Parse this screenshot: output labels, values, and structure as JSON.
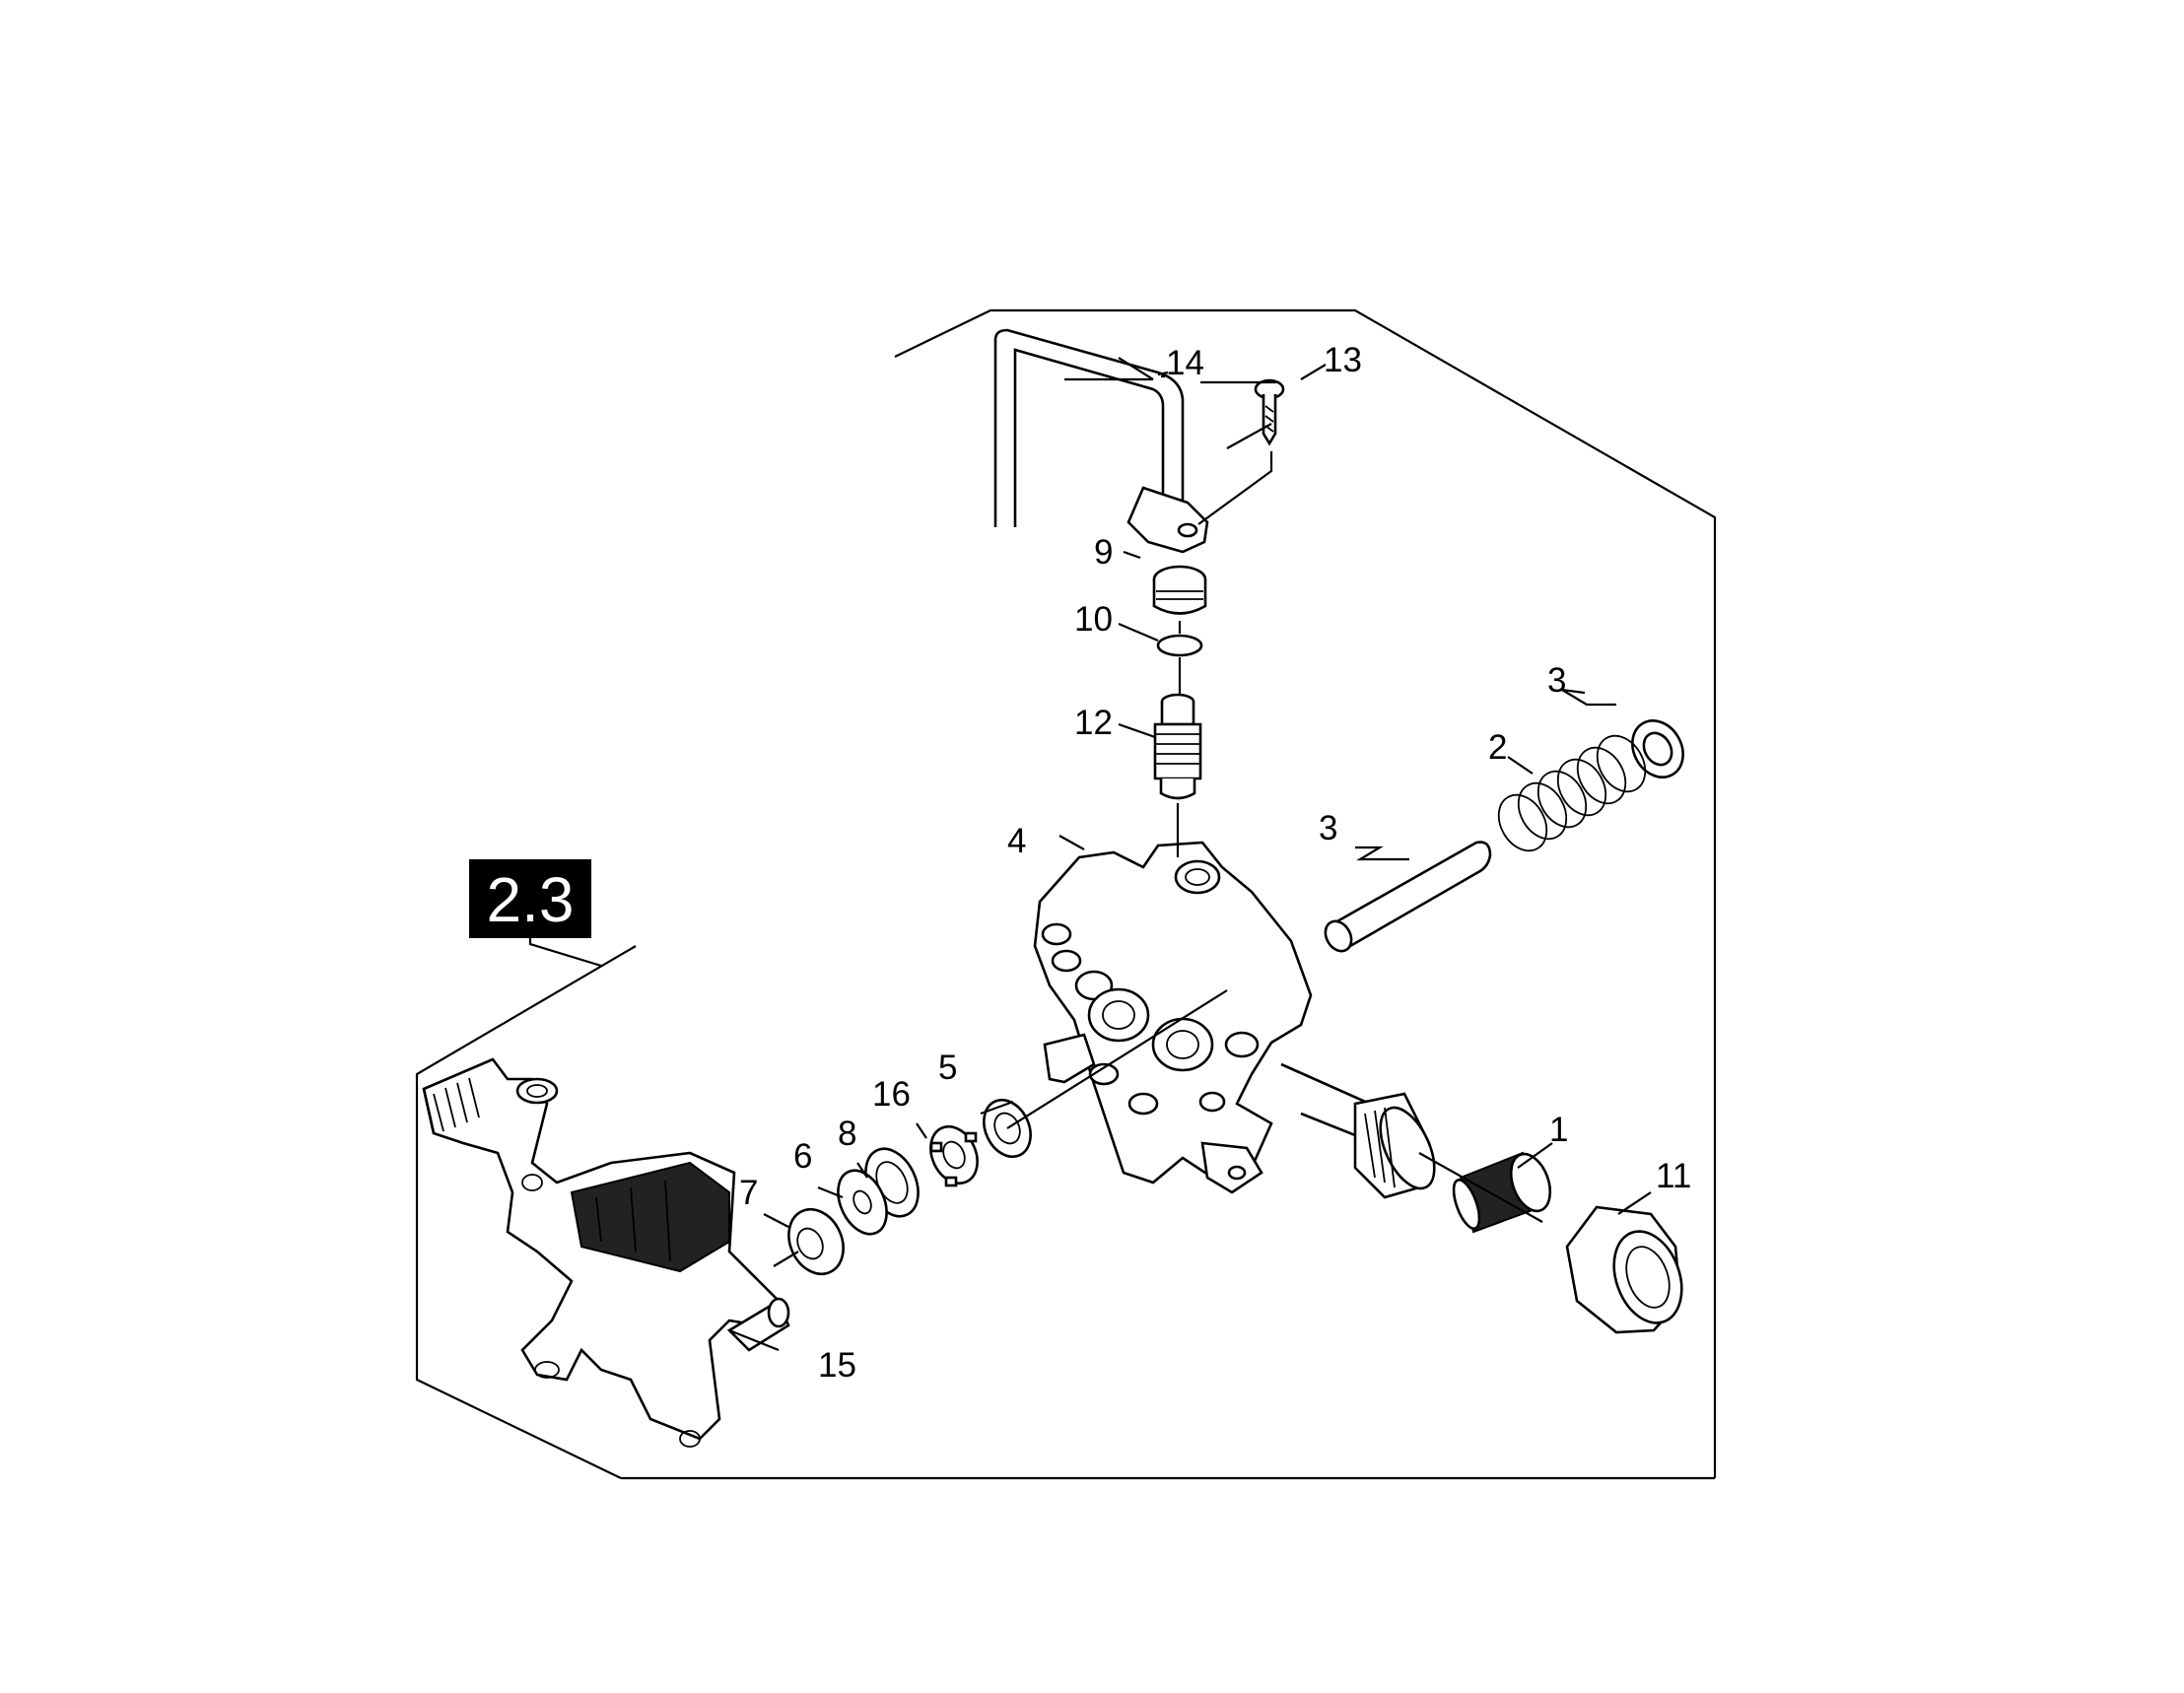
{
  "section_tag": "2.3",
  "callouts": {
    "c1": "1",
    "c2": "2",
    "c3a": "3",
    "c3b": "3",
    "c4": "4",
    "c5": "5",
    "c6": "6",
    "c7": "7",
    "c8": "8",
    "c9": "9",
    "c10": "10",
    "c11": "11",
    "c12": "12",
    "c13": "13",
    "c14": "14",
    "c15": "15",
    "c16": "16"
  }
}
